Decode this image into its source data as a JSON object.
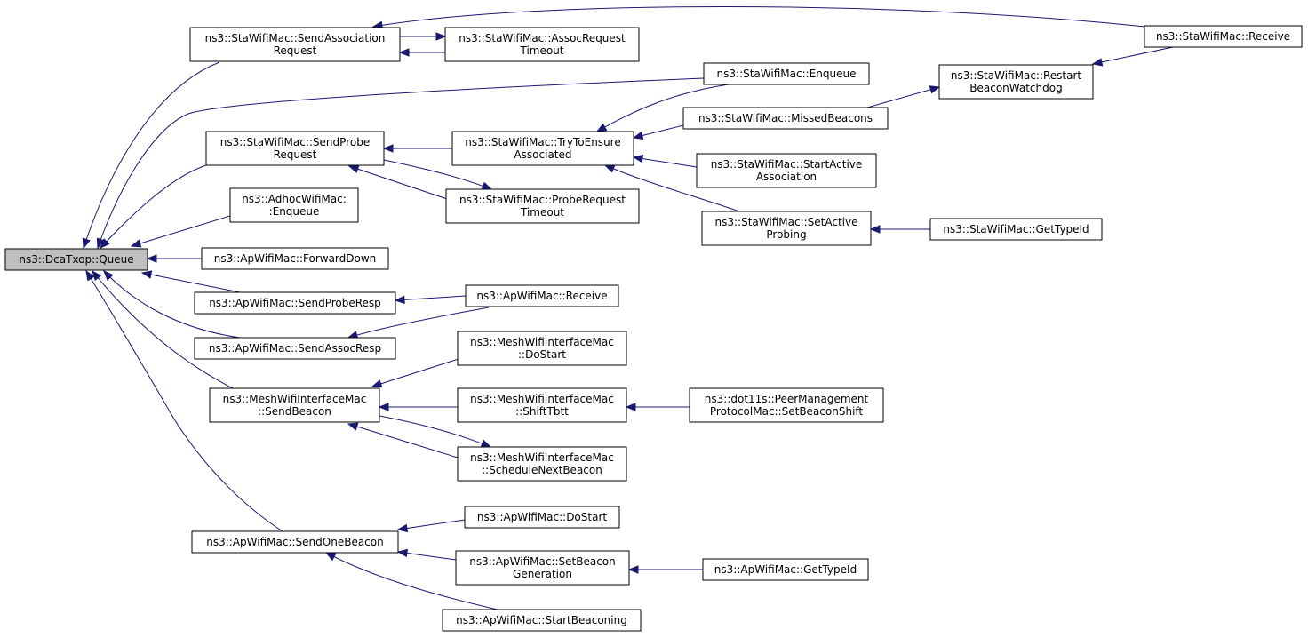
{
  "graph": {
    "nodes": {
      "queue": [
        "ns3::DcaTxop::Queue"
      ],
      "sendAssocReq": [
        "ns3::StaWifiMac::SendAssociation",
        "Request"
      ],
      "assocReqTimeout": [
        "ns3::StaWifiMac::AssocRequest",
        "Timeout"
      ],
      "staReceive": [
        "ns3::StaWifiMac::Receive"
      ],
      "staEnqueue": [
        "ns3::StaWifiMac::Enqueue"
      ],
      "restartBeacon": [
        "ns3::StaWifiMac::Restart",
        "BeaconWatchdog"
      ],
      "sendProbeReq": [
        "ns3::StaWifiMac::SendProbe",
        "Request"
      ],
      "tryToEnsure": [
        "ns3::StaWifiMac::TryToEnsure",
        "Associated"
      ],
      "missedBeacons": [
        "ns3::StaWifiMac::MissedBeacons"
      ],
      "startActiveAssoc": [
        "ns3::StaWifiMac::StartActive",
        "Association"
      ],
      "adhocEnqueue": [
        "ns3::AdhocWifiMac:",
        ":Enqueue"
      ],
      "probeReqTimeout": [
        "ns3::StaWifiMac::ProbeRequest",
        "Timeout"
      ],
      "setActiveProbing": [
        "ns3::StaWifiMac::SetActive",
        "Probing"
      ],
      "staGetTypeId": [
        "ns3::StaWifiMac::GetTypeId"
      ],
      "apForwardDown": [
        "ns3::ApWifiMac::ForwardDown"
      ],
      "apSendProbeResp": [
        "ns3::ApWifiMac::SendProbeResp"
      ],
      "apReceive": [
        "ns3::ApWifiMac::Receive"
      ],
      "apSendAssocResp": [
        "ns3::ApWifiMac::SendAssocResp"
      ],
      "meshDoStart": [
        "ns3::MeshWifiInterfaceMac",
        "::DoStart"
      ],
      "meshSendBeacon": [
        "ns3::MeshWifiInterfaceMac",
        "::SendBeacon"
      ],
      "meshShiftTbtt": [
        "ns3::MeshWifiInterfaceMac",
        "::ShiftTbtt"
      ],
      "peerMgmt": [
        "ns3::dot11s::PeerManagement",
        "ProtocolMac::SetBeaconShift"
      ],
      "meshScheduleNext": [
        "ns3::MeshWifiInterfaceMac",
        "::ScheduleNextBeacon"
      ],
      "apSendOneBeacon": [
        "ns3::ApWifiMac::SendOneBeacon"
      ],
      "apDoStart": [
        "ns3::ApWifiMac::DoStart"
      ],
      "apSetBeaconGen": [
        "ns3::ApWifiMac::SetBeacon",
        "Generation"
      ],
      "apGetTypeId": [
        "ns3::ApWifiMac::GetTypeId"
      ],
      "apStartBeaconing": [
        "ns3::ApWifiMac::StartBeaconing"
      ]
    },
    "edges": [
      [
        "sendAssocReq",
        "queue"
      ],
      [
        "staEnqueue",
        "queue"
      ],
      [
        "sendProbeReq",
        "queue"
      ],
      [
        "adhocEnqueue",
        "queue"
      ],
      [
        "apForwardDown",
        "queue"
      ],
      [
        "apSendProbeResp",
        "queue"
      ],
      [
        "apSendAssocResp",
        "queue"
      ],
      [
        "meshSendBeacon",
        "queue"
      ],
      [
        "apSendOneBeacon",
        "queue"
      ],
      [
        "assocReqTimeout",
        "sendAssocReq"
      ],
      [
        "sendAssocReq",
        "assocReqTimeout"
      ],
      [
        "staReceive",
        "sendAssocReq"
      ],
      [
        "restartBeacon",
        "staReceive"
      ],
      [
        "missedBeacons",
        "restartBeacon"
      ],
      [
        "tryToEnsure",
        "sendProbeReq"
      ],
      [
        "probeReqTimeout",
        "sendProbeReq"
      ],
      [
        "sendProbeReq",
        "probeReqTimeout"
      ],
      [
        "staEnqueue",
        "tryToEnsure"
      ],
      [
        "missedBeacons",
        "tryToEnsure"
      ],
      [
        "startActiveAssoc",
        "tryToEnsure"
      ],
      [
        "setActiveProbing",
        "tryToEnsure"
      ],
      [
        "staGetTypeId",
        "setActiveProbing"
      ],
      [
        "apReceive",
        "apSendProbeResp"
      ],
      [
        "apReceive",
        "apSendAssocResp"
      ],
      [
        "meshDoStart",
        "meshSendBeacon"
      ],
      [
        "meshShiftTbtt",
        "meshSendBeacon"
      ],
      [
        "meshScheduleNext",
        "meshSendBeacon"
      ],
      [
        "meshSendBeacon",
        "meshScheduleNext"
      ],
      [
        "peerMgmt",
        "meshShiftTbtt"
      ],
      [
        "apDoStart",
        "apSendOneBeacon"
      ],
      [
        "apSetBeaconGen",
        "apSendOneBeacon"
      ],
      [
        "apStartBeaconing",
        "apSendOneBeacon"
      ],
      [
        "apGetTypeId",
        "apSetBeaconGen"
      ]
    ]
  },
  "colors": {
    "edge": "#191970",
    "root_fill": "#bfbfbf",
    "node_fill": "#ffffff",
    "node_stroke": "#000000"
  }
}
